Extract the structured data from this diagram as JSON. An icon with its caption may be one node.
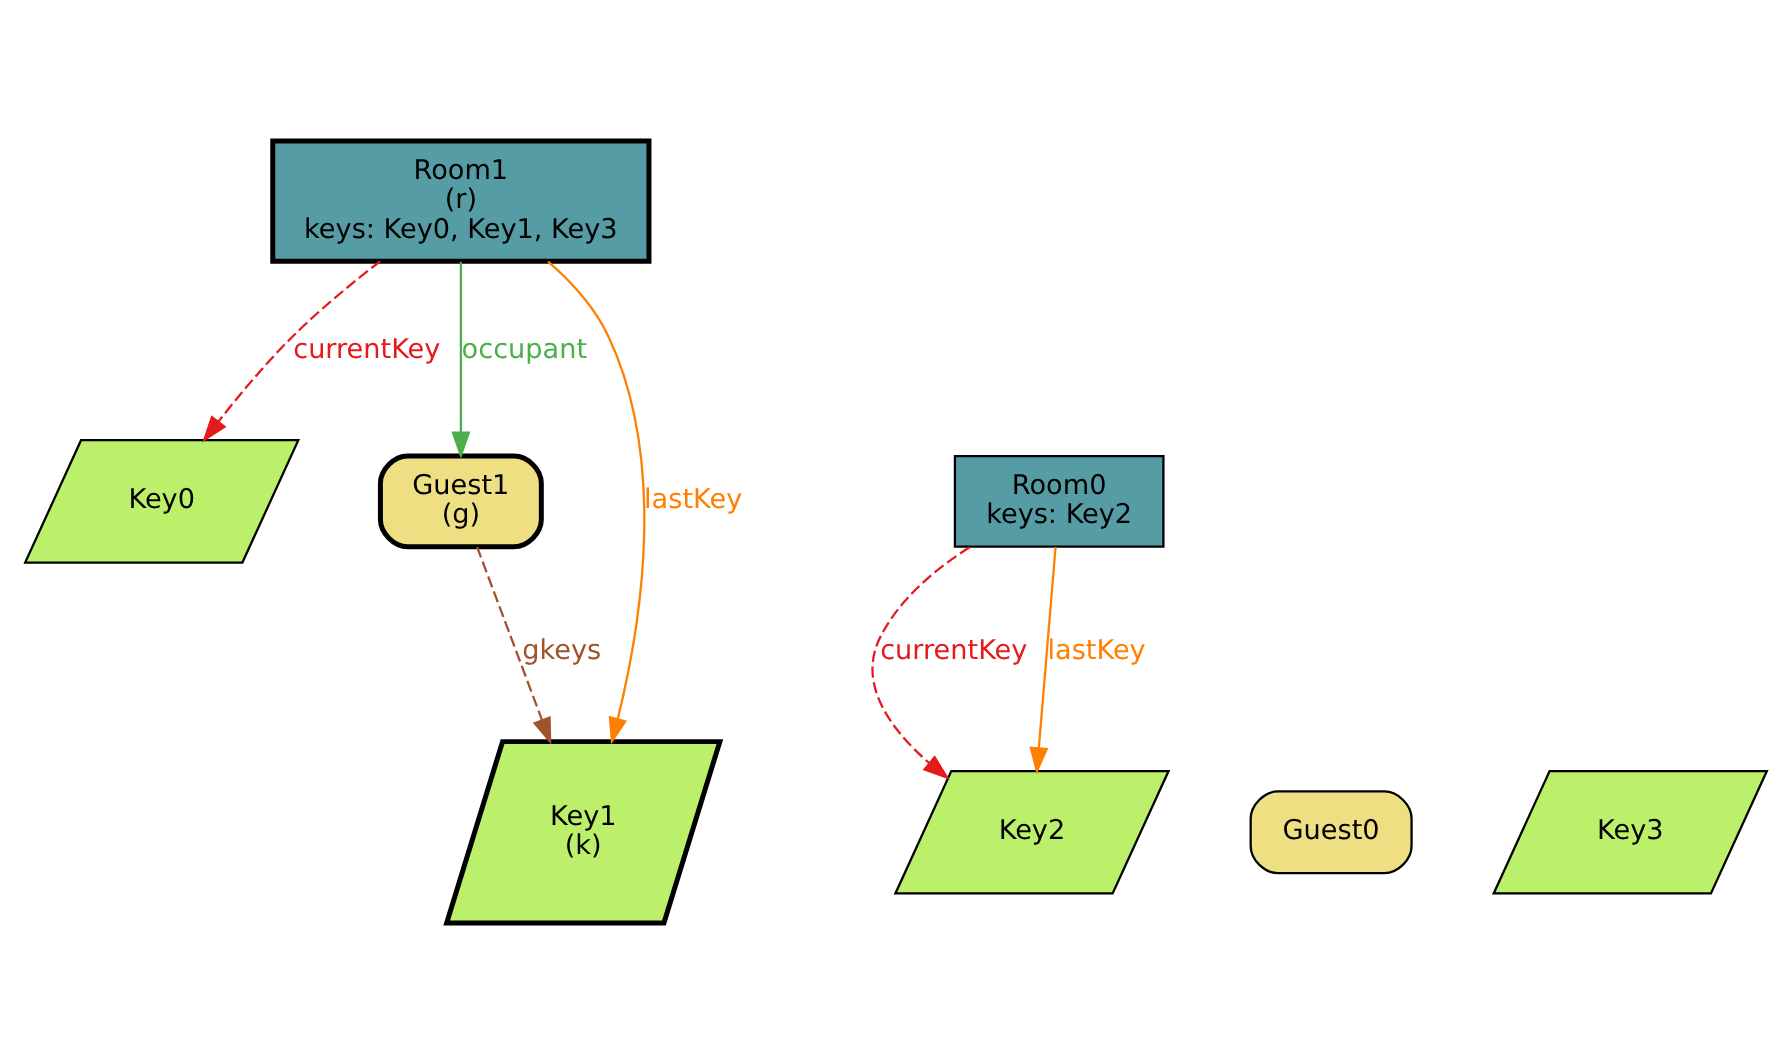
{
  "diagram": {
    "nodes": [
      {
        "text": [
          "Room1",
          "(r)",
          "keys: Key0, Key1, Key3"
        ]
      },
      {
        "text": [
          "Key0"
        ]
      },
      {
        "text": [
          "Room0",
          "keys: Key2"
        ]
      },
      {
        "text": [
          "Guest1",
          "(g)"
        ]
      },
      {
        "text": [
          "Key2"
        ]
      },
      {
        "text": [
          "Key1",
          "(k)"
        ]
      },
      {
        "text": [
          "Guest0"
        ]
      },
      {
        "text": [
          "Key3"
        ]
      }
    ],
    "edges": [
      {
        "from": 0,
        "to": 1,
        "arrow": "to",
        "label": "currentKey",
        "style": "dashed",
        "color": "#e41a1c"
      },
      {
        "from": 0,
        "to": 3,
        "arrow": "to",
        "label": "occupant",
        "color": "#4daf4a"
      },
      {
        "from": 0,
        "to": 5,
        "arrow": "to",
        "label": "lastKey",
        "color": "#ff7f00"
      },
      {
        "from": 2,
        "to": 4,
        "arrow": "to",
        "label": "currentKey",
        "style": "dashed",
        "color": "#e41a1c"
      },
      {
        "from": 2,
        "to": 4,
        "arrow": "to",
        "label": "lastKey",
        "color": "#ff7f00"
      },
      {
        "from": 3,
        "to": 5,
        "arrow": "to",
        "label": "gkeys",
        "style": "dashed",
        "color": "#a0522d"
      }
    ]
  }
}
